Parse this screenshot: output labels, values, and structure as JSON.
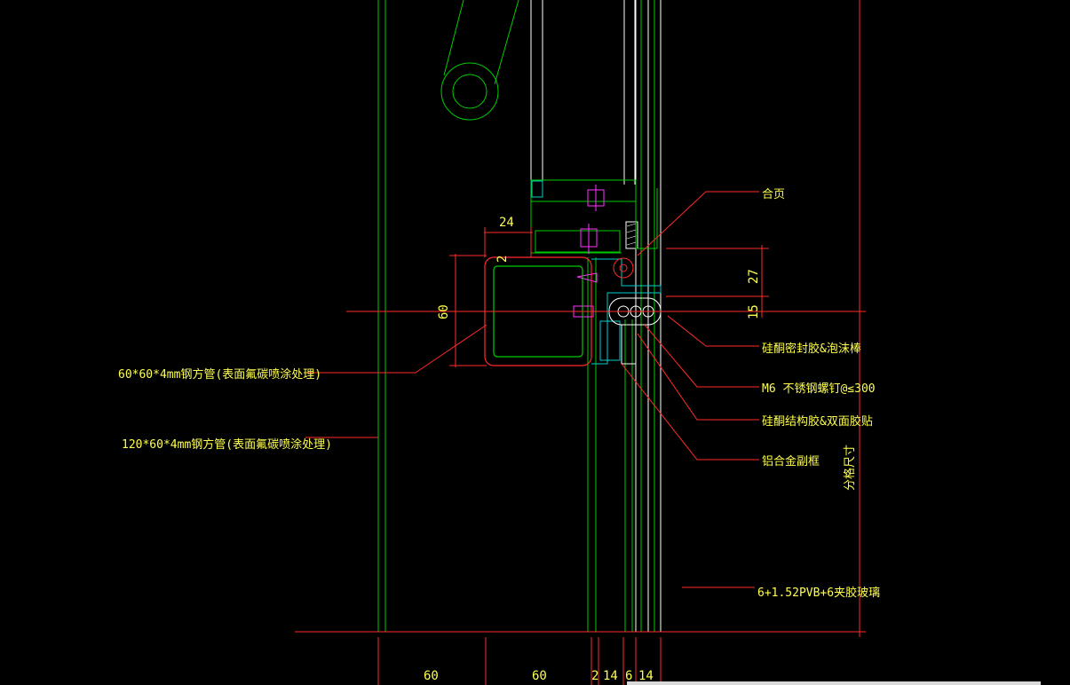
{
  "canvas": {
    "background": "#000000",
    "colors": {
      "structure": "#00cc00",
      "dimension": "#ff2a2a",
      "text": "#ffff4d",
      "fastener": "#ff33ff",
      "sealant": "#00cccc",
      "glass": "#ffffff"
    }
  },
  "labels": {
    "hinge": "合页",
    "silicone_seal_foam_rod": "硅酮密封胶&泡沫棒",
    "m6_screw": "M6 不锈钢螺钉@≤300",
    "structural_silicone_tape": "硅酮结构胶&双面胶贴",
    "aluminum_subframe": "铝合金副框",
    "glass_spec": "6+1.52PVB+6夹胶玻璃",
    "steel_tube_60": "60*60*4mm钢方管(表面氟碳喷涂处理)",
    "steel_tube_120": "120*60*4mm钢方管(表面氟碳喷涂处理)",
    "grid_size": "分格尺寸"
  },
  "dimensions": {
    "top_24": "24",
    "top_2": "2",
    "left_60": "60",
    "right_27": "27",
    "right_15": "15",
    "bottom": [
      "60",
      "60",
      "2",
      "14",
      "6",
      "14"
    ]
  }
}
